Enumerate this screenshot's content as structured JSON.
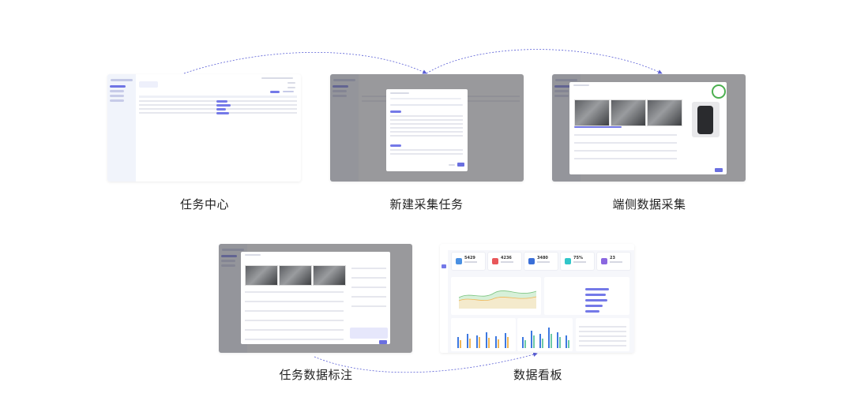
{
  "captions": [
    "任务中心",
    "新建采集任务",
    "端侧数据采集",
    "任务数据标注",
    "数据看板"
  ],
  "dashboard": {
    "kpis": [
      "5429",
      "4236",
      "3480",
      "75%",
      "23"
    ],
    "colors": [
      "#4a90e2",
      "#e8575a",
      "#3a6fd8",
      "#31c6c9",
      "#8a67e0"
    ]
  },
  "colors": {
    "accent": "#6a6fe0",
    "flow_arrow": "#5a5fd6",
    "overlay": "#5a5a60"
  }
}
